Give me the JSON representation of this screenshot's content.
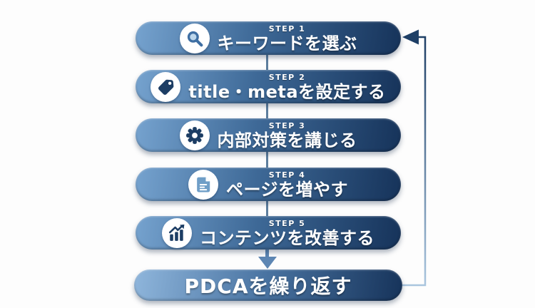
{
  "diagram": {
    "steps": [
      {
        "step_label": "STEP 1",
        "title": "キーワードを選ぶ",
        "icon": "magnifier-icon"
      },
      {
        "step_label": "STEP 2",
        "title": "title・metaを設定する",
        "icon": "tag-icon"
      },
      {
        "step_label": "STEP 3",
        "title": "内部対策を講じる",
        "icon": "gear-icon"
      },
      {
        "step_label": "STEP 4",
        "title": "ページを増やす",
        "icon": "document-icon"
      },
      {
        "step_label": "STEP 5",
        "title": "コンテンツを改善する",
        "icon": "bar-chart-icon"
      }
    ],
    "result": {
      "title": "PDCAを繰り返す"
    },
    "colors": {
      "pill_gradient_left": "#76a3cf",
      "pill_gradient_right": "#16335a",
      "result_gradient_left": "#8fb6dc",
      "connector": "#5d7e9e",
      "down_arrow": "#5d86b3",
      "loop_line_top": "#1e3f66",
      "loop_line_bottom": "#a9c5de",
      "text": "#ffffff",
      "icon_navy": "#1c3d64",
      "icon_light_blue": "#6f9ec7"
    }
  }
}
